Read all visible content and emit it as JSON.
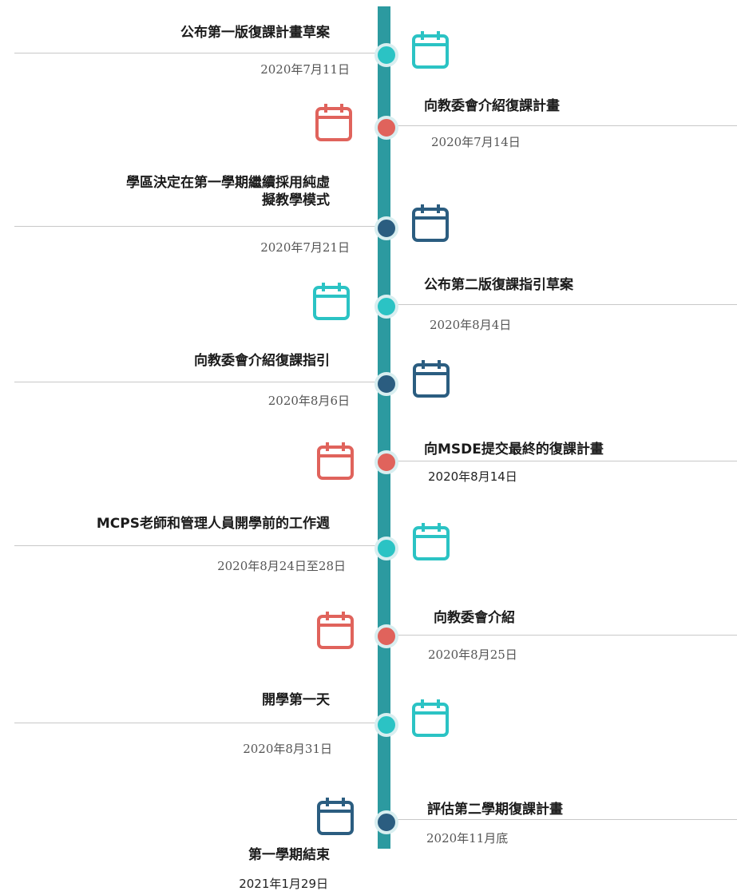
{
  "colors": {
    "spine": "#2c9aa0",
    "teal": "#2bc3c4",
    "red": "#e0635c",
    "navy": "#2b5d80"
  },
  "events": [
    {
      "title": "公布第一版復課計畫草案",
      "date": "2020年7月11日",
      "color": "teal",
      "icon": "calendar-icon"
    },
    {
      "title": "向教委會介紹復課計畫",
      "date": "2020年7月14日",
      "color": "red",
      "icon": "calendar-icon"
    },
    {
      "title_line1": "學區決定在第一學期繼續採用純虛",
      "title_line2": "擬教學模式",
      "date": "2020年7月21日",
      "color": "navy",
      "icon": "calendar-icon"
    },
    {
      "title": "公布第二版復課指引草案",
      "date": "2020年8月4日",
      "color": "teal",
      "icon": "calendar-icon"
    },
    {
      "title": "向教委會介紹復課指引",
      "date": "2020年8月6日",
      "color": "navy",
      "icon": "calendar-icon"
    },
    {
      "title": "向MSDE提交最終的復課計畫",
      "date": "2020年8月14日",
      "color": "red",
      "icon": "calendar-icon"
    },
    {
      "title": "MCPS老師和管理人員開學前的工作週",
      "date": "2020年8月24日至28日",
      "color": "teal",
      "icon": "calendar-icon"
    },
    {
      "title": "向教委會介紹",
      "date": "2020年8月25日",
      "color": "red",
      "icon": "calendar-icon"
    },
    {
      "title": "開學第一天",
      "date": "2020年8月31日",
      "color": "teal",
      "icon": "calendar-icon"
    },
    {
      "title": "評估第二學期復課計畫",
      "date": "2020年11月底",
      "color": "navy",
      "icon": "calendar-icon"
    },
    {
      "title": "第一學期結束",
      "date": "2021年1月29日",
      "color": "navy",
      "icon": "calendar-icon"
    }
  ]
}
